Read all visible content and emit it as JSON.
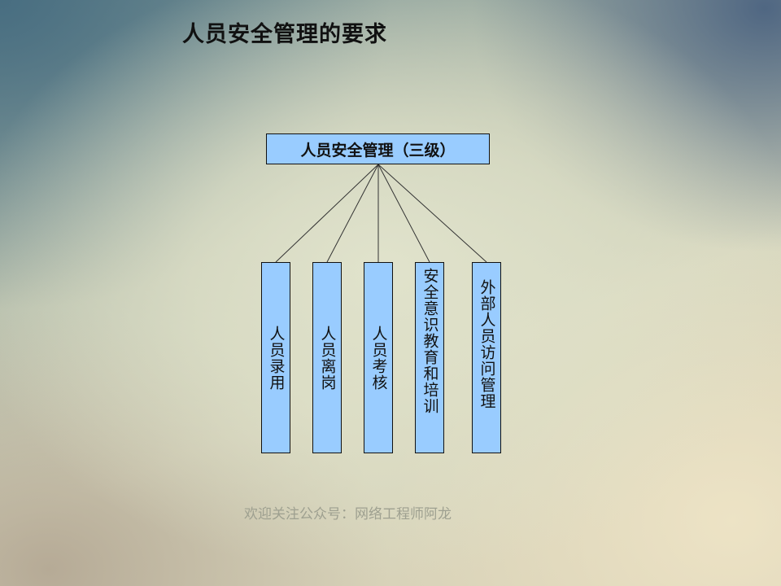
{
  "slide": {
    "title": "人员安全管理的要求",
    "footer": "欢迎关注公众号：网络工程师阿龙"
  },
  "diagram": {
    "root": {
      "label": "人员安全管理（三级）"
    },
    "children": [
      {
        "label": "人员录用"
      },
      {
        "label": "人员离岗"
      },
      {
        "label": "人员考核"
      },
      {
        "label": "安全意识教育和培训"
      },
      {
        "label": "外部人员访问管理"
      }
    ],
    "colors": {
      "box_fill": "#99ccff",
      "box_border": "#111111",
      "connector": "#333333"
    }
  }
}
